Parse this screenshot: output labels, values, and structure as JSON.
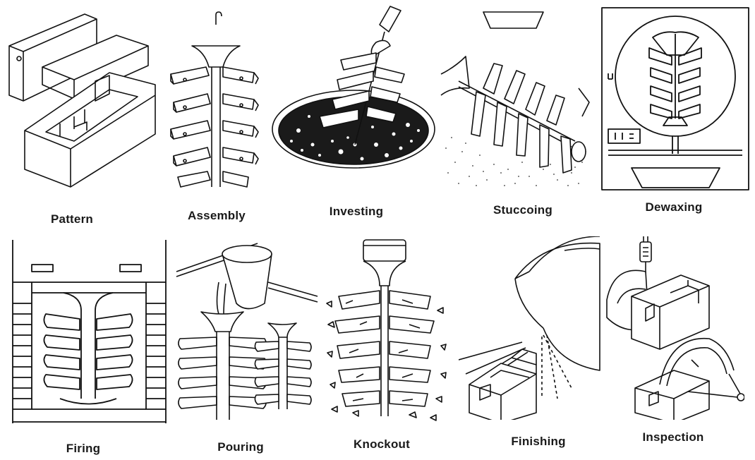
{
  "steps": [
    {
      "id": "pattern",
      "label": "Pattern",
      "icon": "pattern-die-icon"
    },
    {
      "id": "assembly",
      "label": "Assembly",
      "icon": "wax-tree-icon"
    },
    {
      "id": "investing",
      "label": "Investing",
      "icon": "slurry-dip-icon"
    },
    {
      "id": "stuccoing",
      "label": "Stuccoing",
      "icon": "sand-coating-icon"
    },
    {
      "id": "dewaxing",
      "label": "Dewaxing",
      "icon": "autoclave-icon"
    },
    {
      "id": "firing",
      "label": "Firing",
      "icon": "furnace-icon"
    },
    {
      "id": "pouring",
      "label": "Pouring",
      "icon": "ladle-pour-icon"
    },
    {
      "id": "knockout",
      "label": "Knockout",
      "icon": "shell-break-icon"
    },
    {
      "id": "finishing",
      "label": "Finishing",
      "icon": "grinding-wheel-icon"
    },
    {
      "id": "inspection",
      "label": "Inspection",
      "icon": "gauge-inspect-icon"
    }
  ]
}
